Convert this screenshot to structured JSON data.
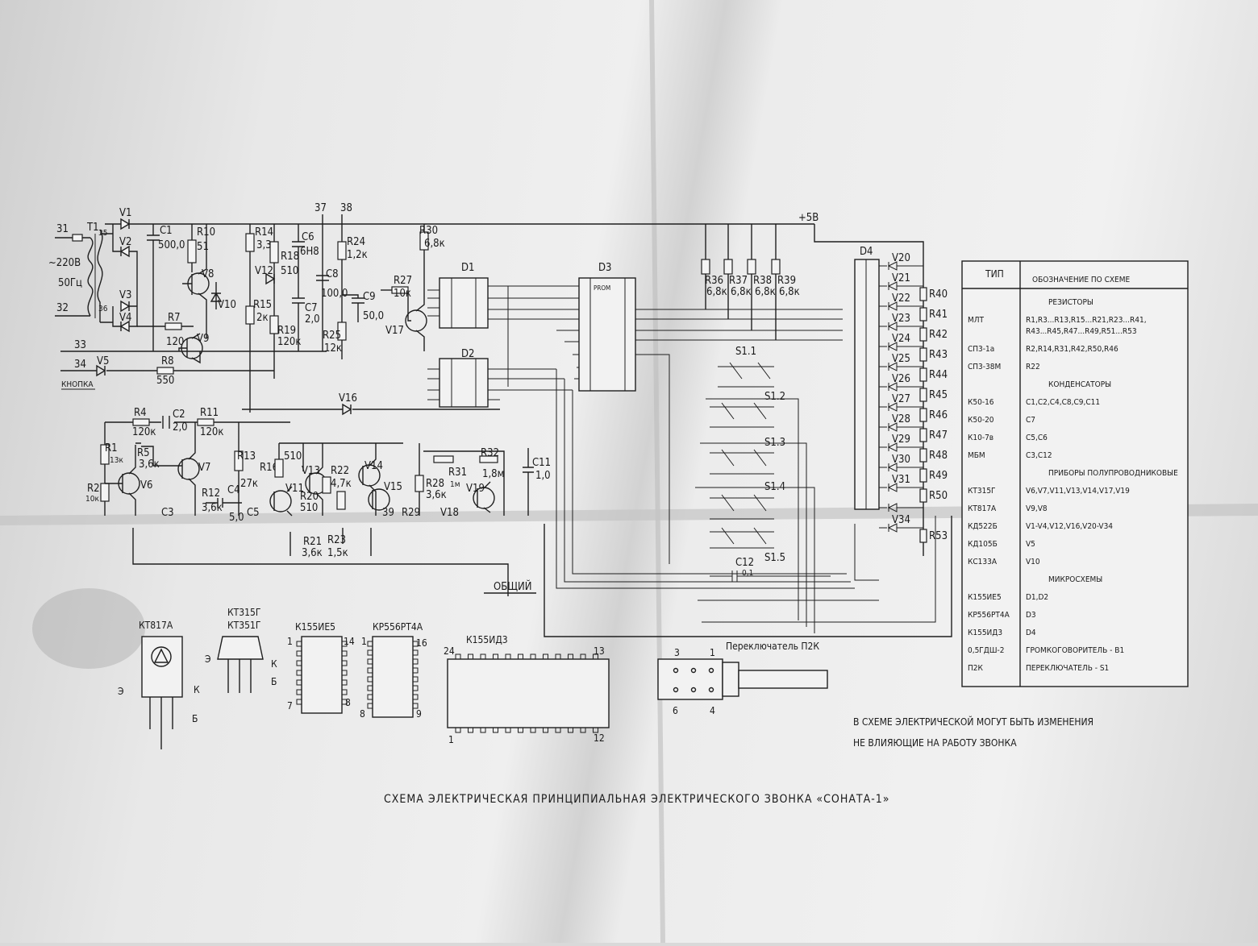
{
  "title": "СХЕМА ЭЛЕКТРИЧЕСКАЯ ПРИНЦИПИАЛЬНАЯ ЭЛЕКТРИЧЕСКОГО ЗВОНКА «СОНАТА-1»",
  "note_line1": "В СХЕМЕ ЭЛЕКТРИЧЕСКОЙ МОГУТ БЫТЬ ИЗМЕНЕНИЯ",
  "note_line2": "НЕ ВЛИЯЮЩИЕ НА РАБОТУ ЗВОНКА",
  "supply_label": "+5В",
  "mains": {
    "voltage": "~220В",
    "freq": "50Гц"
  },
  "terminals": {
    "t31": "31",
    "t32": "32",
    "t33": "33",
    "t34": "34",
    "t35": "35",
    "t36": "36",
    "t37": "37",
    "t38": "38"
  },
  "button_label": "КНОПКА",
  "common_label": "ОБЩИЙ",
  "components": {
    "T1": "T1",
    "V1": "V1",
    "V2": "V2",
    "V3": "V3",
    "V4": "V4",
    "V5": "V5",
    "C1": "C1",
    "C1v": "500,0",
    "R10": "R10",
    "R10v": "51",
    "V8": "V8",
    "V9": "V9",
    "V10": "V10",
    "R7": "R7",
    "R7v": "120",
    "R8": "R8",
    "R8v": "550",
    "R14": "R14",
    "R14v": "3,3к",
    "R18": "R18",
    "R18v": "510",
    "V12": "V12",
    "R15": "R15",
    "R15v": "2к",
    "R19": "R19",
    "R19v": "120к",
    "C6": "C6",
    "C6v": "6Н8",
    "C7": "C7",
    "C7v": "2,0",
    "C8": "C8",
    "C8v": "100,0",
    "R24": "R24",
    "R24v": "1,2к",
    "C9": "C9",
    "C9v": "50,0",
    "R25": "R25",
    "R25v": "12к",
    "R27": "R27",
    "R27v": "10к",
    "V17": "V17",
    "R30": "R30",
    "R30v": "6,8к",
    "V16": "V16",
    "R4": "R4",
    "R4v": "120к",
    "C2": "C2",
    "C2v": "2,0",
    "R11": "R11",
    "R11v": "120к",
    "R1": "R1",
    "R1v": "13к",
    "R2": "R2",
    "R2v": "10к",
    "R5": "R5",
    "R5v": "3,6к",
    "V6": "V6",
    "V7": "V7",
    "R12": "R12",
    "R12v": "3,6к",
    "C4": "C4",
    "C4v": "5,0",
    "C3": "C3",
    "C5": "C5",
    "R13": "R13",
    "R13v": "27к",
    "R16": "R16",
    "V11": "V11",
    "V13": "V13",
    "R20": "R20",
    "R20v": "510",
    "R510": "510",
    "R22": "R22",
    "R22v": "4,7к",
    "V14": "V14",
    "V15": "V15",
    "R39b": "39",
    "R29": "R29",
    "V18": "V18",
    "R28": "R28",
    "R28v": "3,6к",
    "R31": "R31",
    "R31v": "1м",
    "R32": "R32",
    "R32v": "1,8м",
    "V19": "V19",
    "C11": "C11",
    "C11v": "1,0",
    "R21": "R21",
    "R21v": "3,6к",
    "R23": "R23",
    "R23v": "1,5к",
    "R36": "R36",
    "R36v": "6,8к",
    "R37": "R37",
    "R37v": "6,8к",
    "R38": "R38",
    "R38v": "6,8к",
    "R39": "R39",
    "R39v": "6,8к",
    "C12": "C12",
    "C12v": "0,1"
  },
  "ic": {
    "D1": "D1",
    "D2": "D2",
    "D3": "D3",
    "D4": "D4",
    "D3_type": "PROM",
    "S11": "S1.1",
    "S12": "S1.2",
    "S13": "S1.3",
    "S14": "S1.4",
    "S15": "S1.5"
  },
  "ladder": [
    {
      "v": "V20",
      "r": ""
    },
    {
      "v": "V21",
      "r": "R40"
    },
    {
      "v": "V22",
      "r": "R41"
    },
    {
      "v": "V23",
      "r": "R42"
    },
    {
      "v": "V24",
      "r": "R43"
    },
    {
      "v": "V25",
      "r": "R44"
    },
    {
      "v": "V26",
      "r": "R45"
    },
    {
      "v": "V27",
      "r": "R46"
    },
    {
      "v": "V28",
      "r": "R47"
    },
    {
      "v": "V29",
      "r": "R48"
    },
    {
      "v": "V30",
      "r": "R49"
    },
    {
      "v": "V31",
      "r": "R50"
    },
    {
      "v": "",
      "r": ""
    },
    {
      "v": "V34",
      "r": "R53"
    }
  ],
  "legend": {
    "col_type": "ТИП",
    "col_designation": "ОБОЗНАЧЕНИЕ ПО СХЕМЕ",
    "rows": [
      {
        "kind": "section",
        "text": "РЕЗИСТОРЫ"
      },
      {
        "kind": "row",
        "type": "МЛТ",
        "designation": "R1,R3...R13,R15...R21,R23...R41,",
        "designation2": "R43...R45,R47...R49,R51...R53"
      },
      {
        "kind": "row",
        "type": "СП3-1а",
        "designation": "R2,R14,R31,R42,R50,R46"
      },
      {
        "kind": "row",
        "type": "СП3-38М",
        "designation": "R22"
      },
      {
        "kind": "section",
        "text": "КОНДЕНСАТОРЫ"
      },
      {
        "kind": "row",
        "type": "К50-16",
        "designation": "C1,C2,C4,C8,C9,C11"
      },
      {
        "kind": "row",
        "type": "К50-20",
        "designation": "C7"
      },
      {
        "kind": "row",
        "type": "К10-7в",
        "designation": "C5,C6"
      },
      {
        "kind": "row",
        "type": "МБМ",
        "designation": "C3,C12"
      },
      {
        "kind": "section",
        "text": "ПРИБОРЫ ПОЛУПРОВОДНИКОВЫЕ"
      },
      {
        "kind": "row",
        "type": "КТ315Г",
        "designation": "V6,V7,V11,V13,V14,V17,V19"
      },
      {
        "kind": "row",
        "type": "КТ817А",
        "designation": "V9,V8"
      },
      {
        "kind": "row",
        "type": "КД522Б",
        "designation": "V1-V4,V12,V16,V20-V34"
      },
      {
        "kind": "row",
        "type": "КД105Б",
        "designation": "V5"
      },
      {
        "kind": "row",
        "type": "КС133А",
        "designation": "V10"
      },
      {
        "kind": "section",
        "text": "МИКРОСХЕМЫ"
      },
      {
        "kind": "row",
        "type": "К155ИЕ5",
        "designation": "D1,D2"
      },
      {
        "kind": "row",
        "type": "КР556РТ4А",
        "designation": "D3"
      },
      {
        "kind": "row",
        "type": "К155ИД3",
        "designation": "D4"
      },
      {
        "kind": "row",
        "type": "0,5ГДШ-2",
        "designation": "ГРОМКОГОВОРИТЕЛЬ - B1"
      },
      {
        "kind": "row",
        "type": "П2К",
        "designation": "ПЕРЕКЛЮЧАТЕЛЬ - S1"
      }
    ]
  },
  "packages": {
    "kt817a": "КТ817А",
    "kt315g": "КТ315Г",
    "kt351g": "КТ351Г",
    "k155ie5": "К155ИЕ5",
    "kr556rt4a": "КР556РТ4А",
    "k155id3": "К155ИД3",
    "switch": "Переключатель П2К",
    "pin_e": "Э",
    "pin_k": "К",
    "pin_b": "Б",
    "p1": "1",
    "p3": "3",
    "p4": "4",
    "p6": "6",
    "p7": "7",
    "p8": "8",
    "p9": "9",
    "p12": "12",
    "p13": "13",
    "p14": "14",
    "p16": "16",
    "p24": "24"
  }
}
